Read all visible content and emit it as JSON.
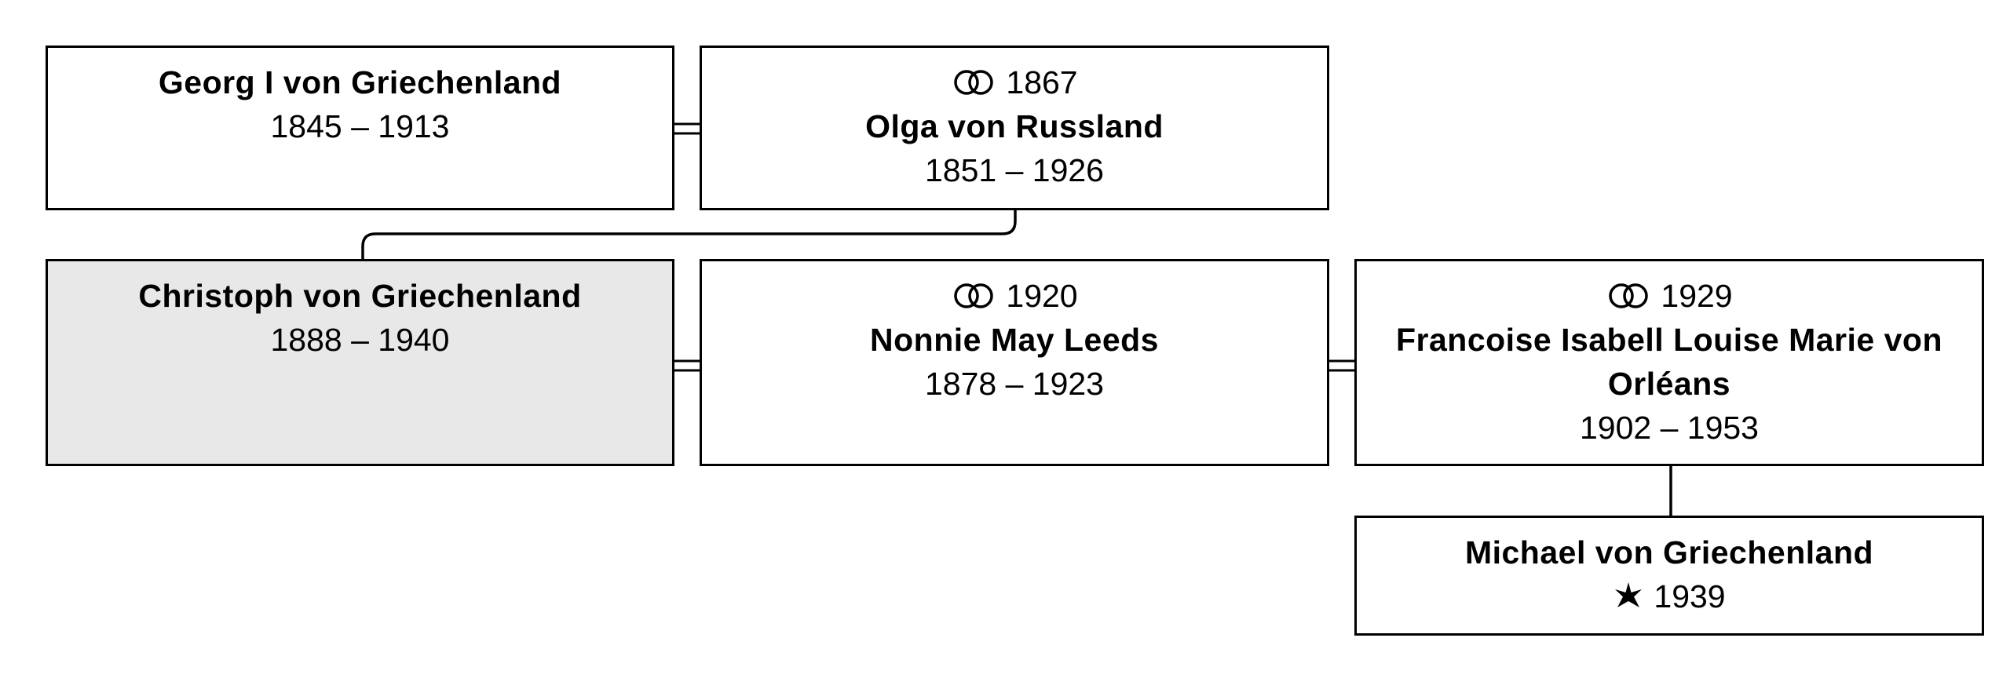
{
  "tree": {
    "generation_1": {
      "person": {
        "name": "Georg I von Griechenland",
        "years": "1845 – 1913"
      },
      "spouse": {
        "marriage_year": "1867",
        "name": "Olga von Russland",
        "years": "1851 – 1926"
      }
    },
    "generation_2": {
      "focus": {
        "name": "Christoph von Griechenland",
        "years": "1888 – 1940"
      },
      "spouse_1": {
        "marriage_year": "1920",
        "name": "Nonnie May Leeds",
        "years": "1878 – 1923"
      },
      "spouse_2": {
        "marriage_year": "1929",
        "name": "Francoise Isabell Louise Marie von Orléans",
        "years": "1902 – 1953"
      }
    },
    "generation_3": {
      "child": {
        "name": "Michael von Griechenland",
        "born": "1939"
      }
    }
  },
  "icons": {
    "marriage": "marriage-rings-icon",
    "birth": "birth-star-icon"
  },
  "colors": {
    "border": "#000000",
    "box_background": "#ffffff",
    "focus_background": "#e8e8e8"
  }
}
